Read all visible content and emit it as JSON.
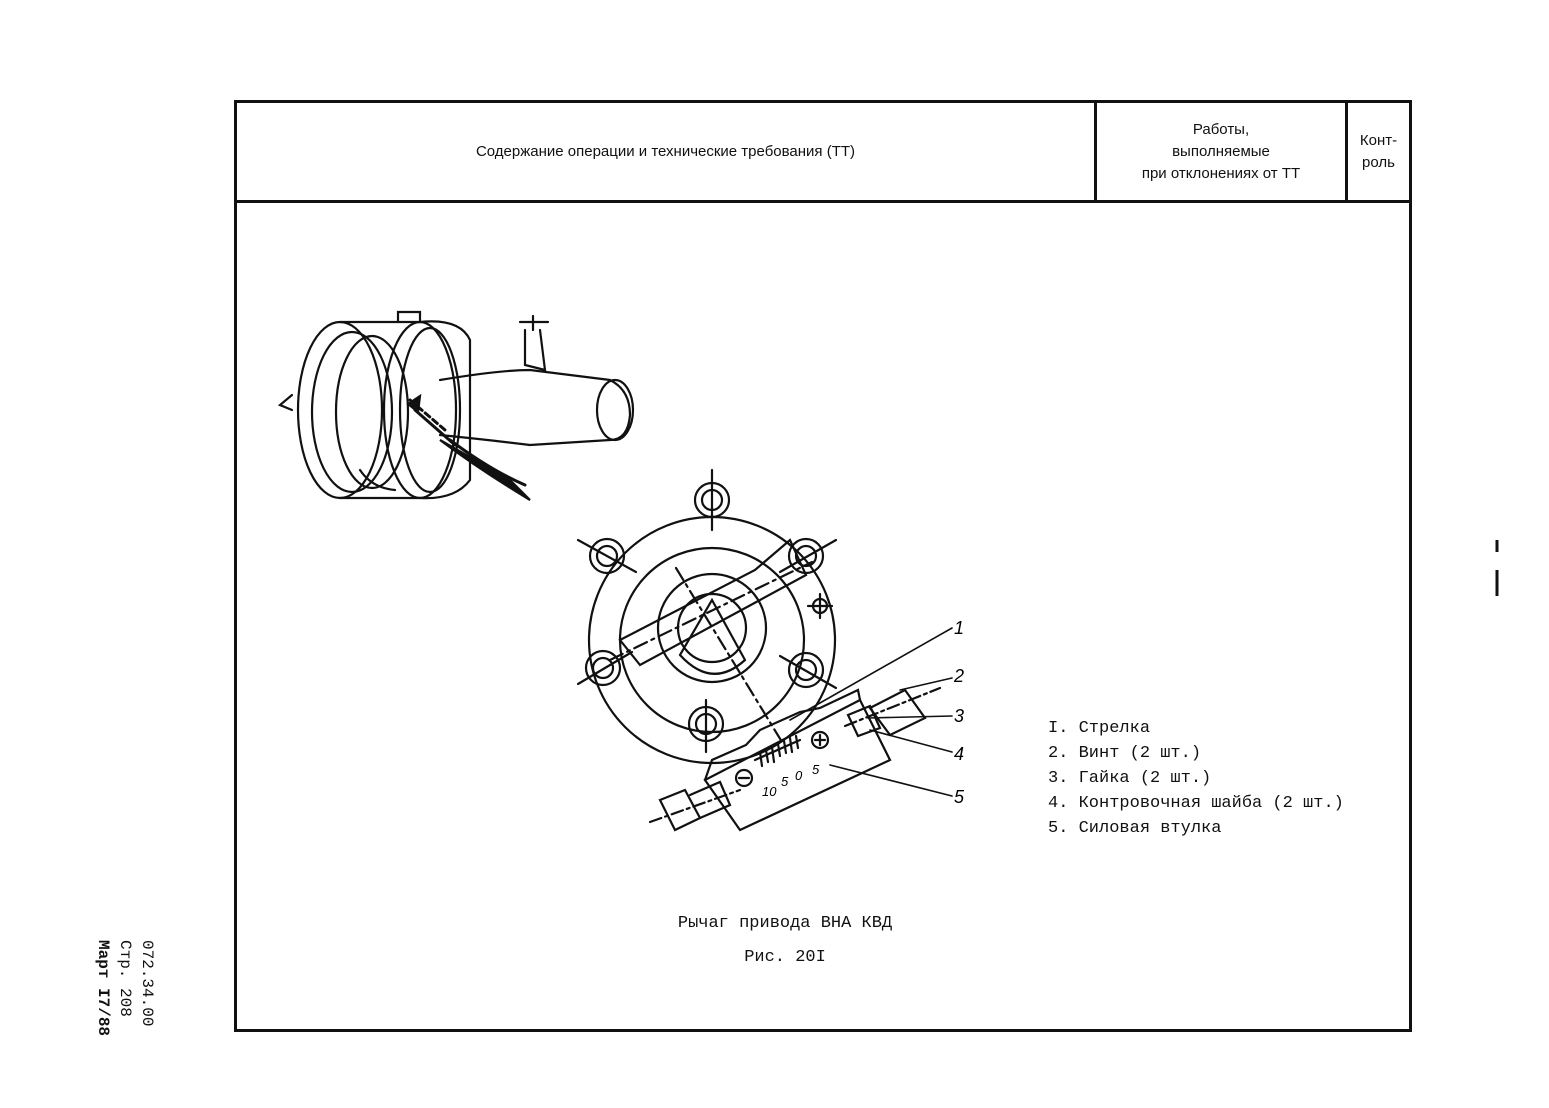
{
  "header": {
    "col_operation": "Содержание операции и технические требования (ТТ)",
    "col_deviation_lines": [
      "Работы,",
      "выполняемые",
      "при отклонениях от ТТ"
    ],
    "col_control_lines": [
      "Конт-",
      "роль"
    ]
  },
  "figure": {
    "callouts": [
      "1",
      "2",
      "3",
      "4",
      "5"
    ],
    "scale_labels": [
      "10",
      "5",
      "0",
      "5"
    ],
    "minus_sign": "⊖",
    "plus_sign": "⊕"
  },
  "legend": [
    "I. Стрелка",
    "2. Винт (2 шт.)",
    "3. Гайка (2 шт.)",
    "4. Контровочная шайба (2 шт.)",
    "5. Силовая втулка"
  ],
  "caption": {
    "title": "Рычаг привода ВНА КВД",
    "figure_number": "Рис. 20I"
  },
  "side_stamp": {
    "doc_code": "072.34.00",
    "page": "Стр. 208",
    "date": "Март I7/88"
  }
}
